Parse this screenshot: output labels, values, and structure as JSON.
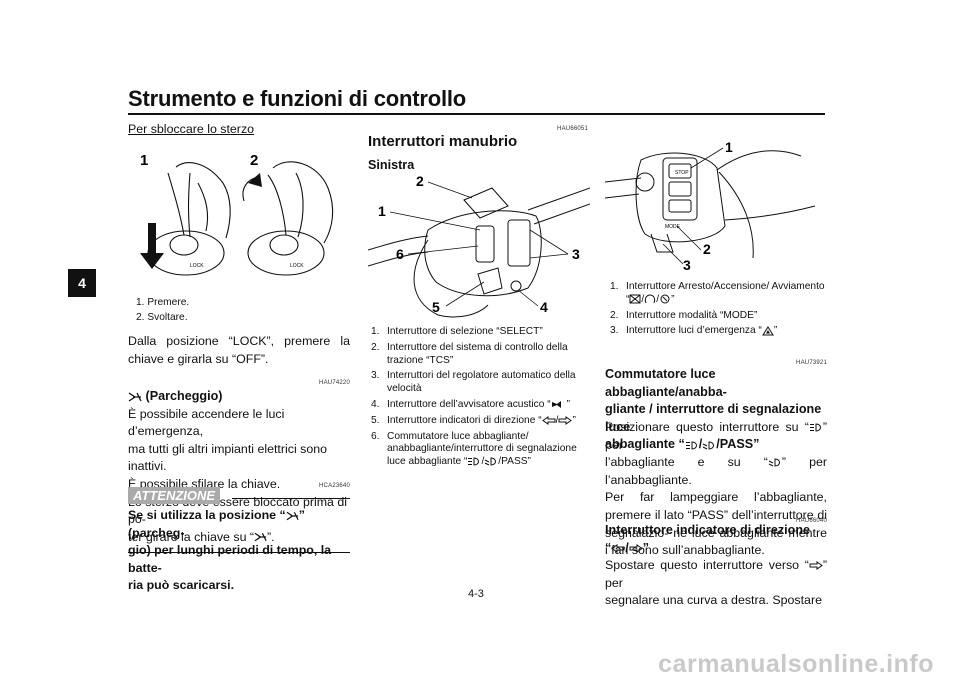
{
  "header": {
    "title": "Strumento e funzioni di controllo"
  },
  "side_tab": {
    "label": "4"
  },
  "left": {
    "subheading": "Per sbloccare lo sterzo",
    "fig_labels": [
      "1",
      "2"
    ],
    "fig_key_text": "LOCK",
    "captions": [
      "1. Premere.",
      "2. Svoltare."
    ],
    "para1": "Dalla posizione “LOCK”, premere la chiave e girarla su “OFF”.",
    "code1": "HAU74220",
    "park_title": "(Parcheggio)",
    "park_lines": [
      "È possibile accendere le luci d’emergenza,",
      "ma tutti gli altri impianti elettrici sono inattivi.",
      "È possibile sfilare la chiave.",
      "Lo sterzo deve essere bloccato prima di po-"
    ],
    "park_last_pre": "ter girare la chiave su “",
    "park_last_post": "”.",
    "code2": "HCA23640",
    "attention": "ATTENZIONE",
    "warn_pre": "Se si utilizza la posizione “",
    "warn_post": "” (parcheg-",
    "warn_lines": [
      "gio) per lunghi periodi di tempo, la batte-",
      "ria può scaricarsi."
    ]
  },
  "middle": {
    "code": "HAU66051",
    "heading": "Interruttori manubrio",
    "subheading": "Sinistra",
    "fig_labels": [
      "2",
      "1",
      "6",
      "3",
      "5",
      "4"
    ],
    "items": [
      {
        "n": "1.",
        "text": "Interruttore di selezione “SELECT”"
      },
      {
        "n": "2.",
        "text": "Interruttore del sistema di controllo della trazione “TCS”"
      },
      {
        "n": "3.",
        "text": "Interruttori del regolatore automatico della velocità"
      },
      {
        "n": "4.",
        "text": "Interruttore dell’avvisatore acustico “",
        "post": "”"
      },
      {
        "n": "5.",
        "text": "Interruttore indicatori di direzione “",
        "mid": "/",
        "post": "”"
      },
      {
        "n": "6.",
        "text": "Commutatore luce abbagliante/ anabbagliante/interruttore di segnalazione luce abbagliante “",
        "mid": "/",
        "post": "/PASS”"
      }
    ]
  },
  "right": {
    "fig_labels": [
      "1",
      "2",
      "3"
    ],
    "fig_small": {
      "stop": "STOP",
      "mode": "MODE"
    },
    "items": [
      {
        "n": "1.",
        "text": "Interruttore Arresto/Accensione/ Avviamento “",
        "mid1": "/",
        "mid2": "/",
        "post": "”"
      },
      {
        "n": "2.",
        "text": "Interruttore modalità “MODE”"
      },
      {
        "n": "3.",
        "text": "Interruttore luci d’emergenza “",
        "post": "”"
      }
    ],
    "code1": "HAU73921",
    "heading1_lines": [
      "Commutatore luce abbagliante/anabba-",
      "gliante / interruttore di segnalazione luce"
    ],
    "heading1_last_pre": "abbagliante “",
    "heading1_last_mid": "/",
    "heading1_last_post": "/PASS”",
    "para1_a_pre": "Posizionare questo interruttore su “",
    "para1_a_post": "” per",
    "para1_b_pre": "l’abbagliante e su “",
    "para1_b_post": "” per l’anabbagliante.",
    "para1_rest": "Per far lampeggiare l’abbagliante, premere il lato “PASS” dell’interruttore di segnalazio- ne luce abbagliante mentre i fari sono sull’anabbagliante.",
    "code2": "HAU66040",
    "heading2": "Interruttore indicatore di direzione",
    "heading2_b_pre": "“",
    "heading2_b_mid": "/",
    "heading2_b_post": "”",
    "para2_pre": "Spostare questo interruttore verso “",
    "para2_post": "” per",
    "para2_last": "segnalare una curva a destra. Spostare"
  },
  "footer": {
    "page": "4-3"
  },
  "watermark": "carmanualsonline.info"
}
